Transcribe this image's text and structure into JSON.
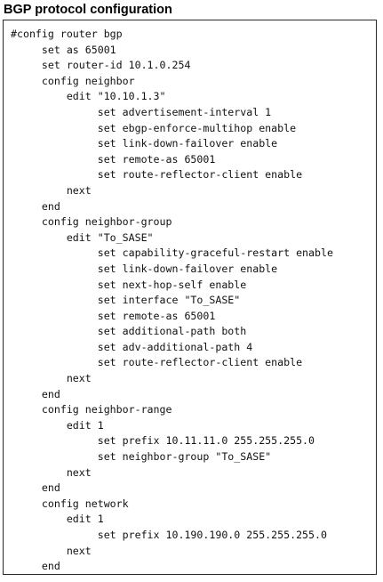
{
  "heading": "BGP protocol configuration",
  "code_lines": [
    "#config router bgp",
    "     set as 65001",
    "     set router-id 10.1.0.254",
    "     config neighbor",
    "         edit \"10.10.1.3\"",
    "              set advertisement-interval 1",
    "              set ebgp-enforce-multihop enable",
    "              set link-down-failover enable",
    "              set remote-as 65001",
    "              set route-reflector-client enable",
    "         next",
    "     end",
    "     config neighbor-group",
    "         edit \"To_SASE\"",
    "              set capability-graceful-restart enable",
    "              set link-down-failover enable",
    "              set next-hop-self enable",
    "              set interface \"To_SASE\"",
    "              set remote-as 65001",
    "              set additional-path both",
    "              set adv-additional-path 4",
    "              set route-reflector-client enable",
    "         next",
    "     end",
    "     config neighbor-range",
    "         edit 1",
    "              set prefix 10.11.11.0 255.255.255.0",
    "              set neighbor-group \"To_SASE\"",
    "         next",
    "     end",
    "     config network",
    "         edit 1",
    "              set prefix 10.190.190.0 255.255.255.0",
    "         next",
    "     end"
  ]
}
